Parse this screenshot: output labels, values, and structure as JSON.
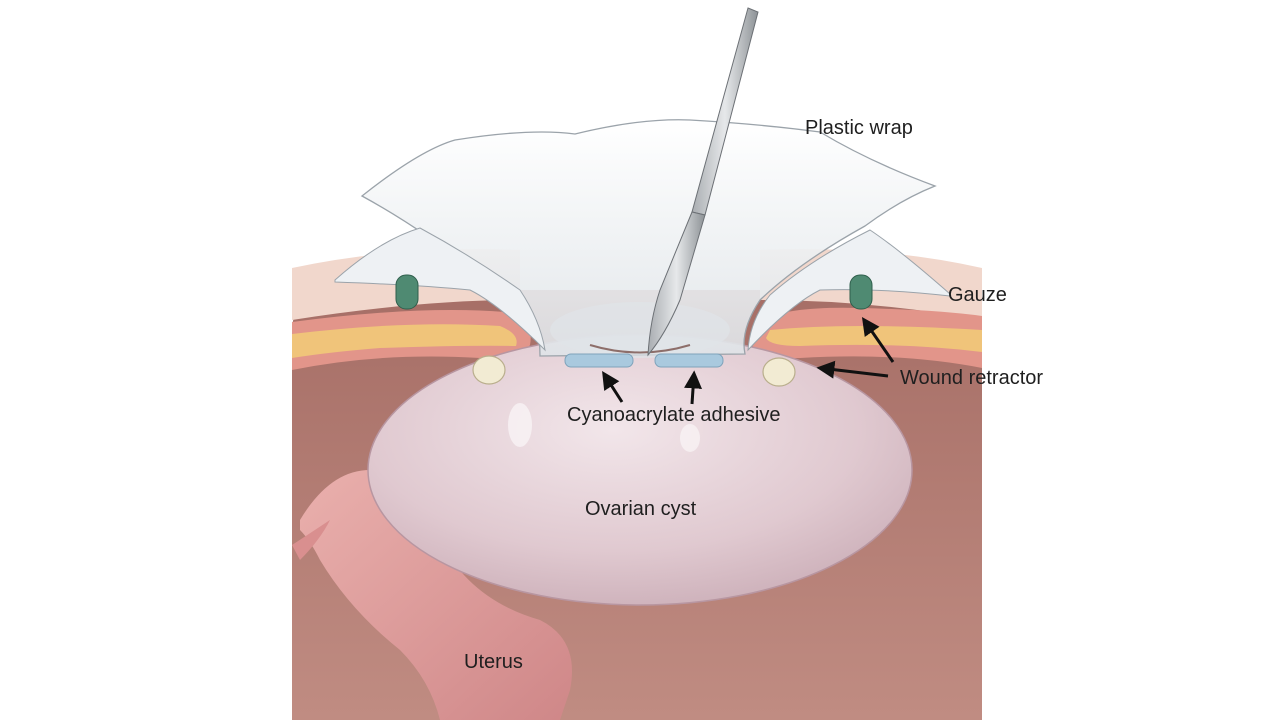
{
  "labels": {
    "plastic_wrap": "Plastic wrap",
    "gauze": "Gauze",
    "wound_retractor": "Wound retractor",
    "adhesive": "Cyanoacrylate adhesive",
    "ovarian_cyst": "Ovarian cyst",
    "uterus": "Uterus"
  },
  "colors": {
    "background": "#ffffff",
    "abdominal_cavity": "#b98278",
    "cavity_dark": "#a86f66",
    "skin_top": "#f1d6cb",
    "fat_layer": "#f0c57a",
    "muscle_layer": "#e4968a",
    "cyst_fill": "#e3cdd3",
    "cyst_shade": "#c9adb7",
    "uterus_fill": "#e6a2a0",
    "uterus_shade": "#c97f80",
    "plastic_wrap": "#f2f4f6",
    "gauze": "#4f8a72",
    "retractor_ring": "#f1ead2",
    "adhesive": "#a8c9de",
    "scalpel": "#8e9296",
    "arrow": "#111111"
  },
  "icons": {
    "instrument": "scalpel-icon",
    "callout": "arrow-icon"
  }
}
